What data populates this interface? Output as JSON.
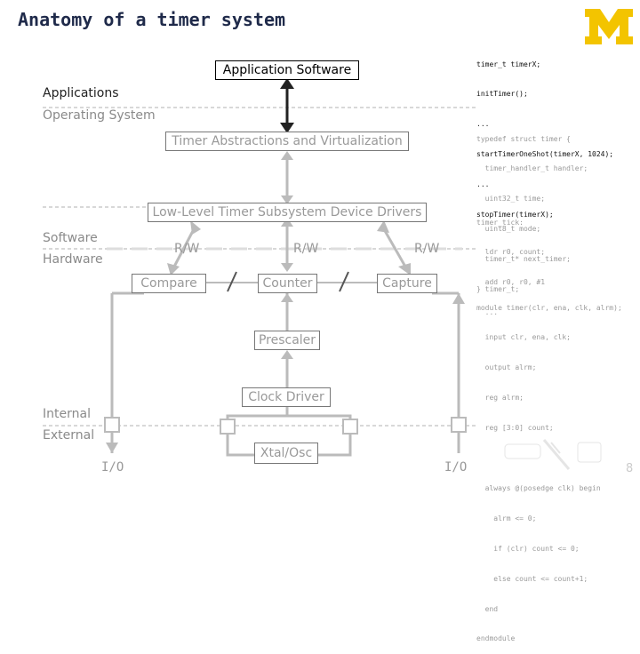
{
  "title": "Anatomy of a timer system",
  "layers": {
    "applications": "Applications",
    "operating_system": "Operating System",
    "software": "Software",
    "hardware": "Hardware",
    "internal": "Internal",
    "external": "External"
  },
  "boxes": {
    "application_software": "Application Software",
    "timer_abstractions": "Timer Abstractions and Virtualization",
    "low_level_drivers": "Low-Level Timer Subsystem Device Drivers",
    "compare": "Compare",
    "counter": "Counter",
    "capture": "Capture",
    "prescaler": "Prescaler",
    "clock_driver": "Clock Driver",
    "xtal_osc": "Xtal/Osc"
  },
  "rw_labels": [
    "R/W",
    "R/W",
    "R/W"
  ],
  "io_labels": [
    "I/O",
    "I/O"
  ],
  "code": {
    "app_calls": [
      "timer_t timerX;",
      "initTimer();",
      "...",
      "startTimerOneShot(timerX, 1024);",
      "...",
      "stopTimer(timerX);"
    ],
    "typedef": [
      "typedef struct timer {",
      "  timer_handler_t handler;",
      "  uint32_t time;",
      "  uint8_t mode;",
      "  timer_t* next_timer;",
      "} timer_t;"
    ],
    "asm": [
      "timer_tick:",
      "  ldr r0, count;",
      "  add r0, r0, #1",
      "  ..."
    ],
    "verilog": [
      "module timer(clr, ena, clk, alrm);",
      "  input clr, ena, clk;",
      "  output alrm;",
      "  reg alrm;",
      "  reg [3:0] count;",
      "",
      "  always @(posedge clk) begin",
      "    alrm <= 0;",
      "    if (clr) count <= 0;",
      "    else count <= count+1;",
      "  end",
      "endmodule"
    ]
  },
  "page_number": "8",
  "colors": {
    "title": "#1f2a4a",
    "logo_maize": "#f3c400",
    "arrow_gray": "#bbbbbb",
    "line_gray": "#999999"
  }
}
